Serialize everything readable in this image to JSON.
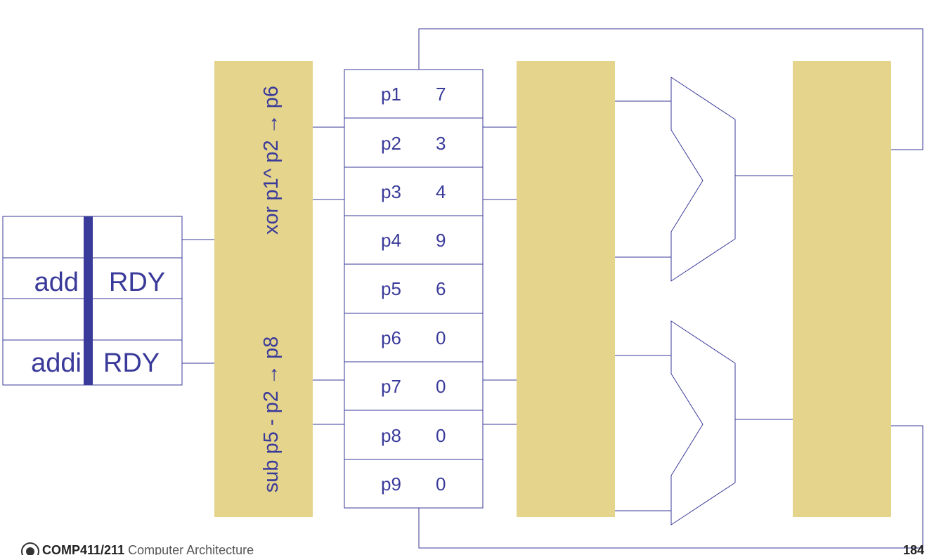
{
  "issue_queue": {
    "rows": [
      {
        "op": "",
        "status": ""
      },
      {
        "op": "add",
        "status": "RDY"
      },
      {
        "op": "",
        "status": ""
      },
      {
        "op": "addi",
        "status": "RDY"
      }
    ]
  },
  "issue_stage": {
    "top_instruction": "xor p1^ p2 → p6",
    "bottom_instruction": "sub p5 - p2 → p8"
  },
  "register_file": [
    {
      "reg": "p1",
      "value": "7"
    },
    {
      "reg": "p2",
      "value": "3"
    },
    {
      "reg": "p3",
      "value": "4"
    },
    {
      "reg": "p4",
      "value": "9"
    },
    {
      "reg": "p5",
      "value": "6"
    },
    {
      "reg": "p6",
      "value": "0"
    },
    {
      "reg": "p7",
      "value": "0"
    },
    {
      "reg": "p8",
      "value": "0"
    },
    {
      "reg": "p9",
      "value": "0"
    }
  ],
  "footer": {
    "course": "COMP411/211",
    "subtitle": "Computer Architecture",
    "page": "184"
  },
  "colors": {
    "pipeline_register": "#e5d48c",
    "text": "#3a3a9a",
    "queue_divider": "#3a3a9a",
    "wire": "#3a3a9a"
  }
}
